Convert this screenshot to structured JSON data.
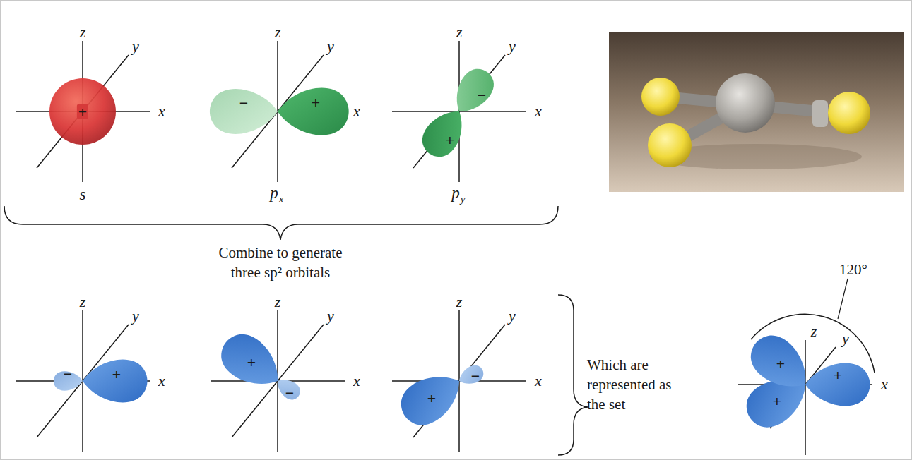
{
  "diagram": {
    "labels": [
      "z",
      "y",
      "x",
      "+",
      "s",
      "z",
      "y",
      "−",
      "+",
      "x",
      "p",
      "x",
      "z",
      "y",
      "−",
      "+",
      "x",
      "p",
      "y",
      "Combine to generate three sp² orbitals",
      "z",
      "y",
      "−",
      "+",
      "x",
      "z",
      "y",
      "+",
      "−",
      "x",
      "z",
      "y",
      "−",
      "+",
      "x",
      "Which are represented as the set",
      "120°",
      "z",
      "y",
      "+",
      "+",
      "+",
      "x"
    ]
  }
}
